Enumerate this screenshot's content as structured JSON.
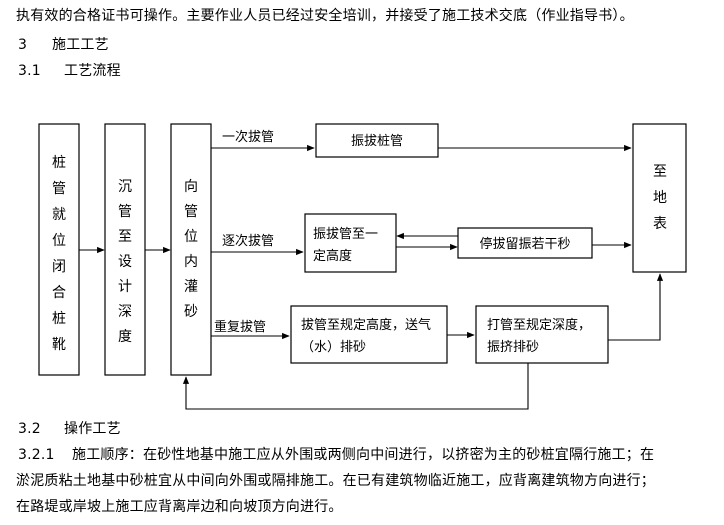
{
  "intro_line": "执有效的合格证书可操作。主要作业人员已经过安全培训，并接受了施工技术交底（作业指导书）。",
  "section3": {
    "num": "3",
    "title": "施工工艺"
  },
  "section31": {
    "num": "3.1",
    "title": "工艺流程"
  },
  "flow": {
    "box1": [
      "桩",
      "管",
      "就",
      "位",
      "闭",
      "合",
      "桩",
      "靴"
    ],
    "box2": [
      "沉",
      "管",
      "至",
      "设",
      "计",
      "深",
      "度"
    ],
    "box3": [
      "向",
      "管",
      "位",
      "内",
      "灌",
      "砂"
    ],
    "box_end": [
      "至",
      "地",
      "表"
    ],
    "label_once": "一次拔管",
    "label_step": "逐次拔管",
    "label_repeat": "重复拔管",
    "box_vib_pull": "振拔桩管",
    "box_pull_height": [
      "振拔管至一",
      "定高度"
    ],
    "box_stop": "停拔留振若干秒",
    "box_air": [
      "拔管至规定高度，送气",
      "（水）排砂"
    ],
    "box_drive": [
      "打管至规定深度，",
      "振挤排砂"
    ]
  },
  "section32": {
    "num": "3.2",
    "title": "操作工艺"
  },
  "para321": {
    "num": "3.2.1",
    "line1": "施工顺序：在砂性地基中施工应从外围或两侧向中间进行，以挤密为主的砂桩宜隔行施工；在",
    "line2": "淤泥质粘土地基中砂桩宜从中间向外围或隔排施工。在已有建筑物临近施工，应背离建筑物方向进行；",
    "line3": "在路堤或岸坡上施工应背离岸边和向坡顶方向进行。"
  }
}
